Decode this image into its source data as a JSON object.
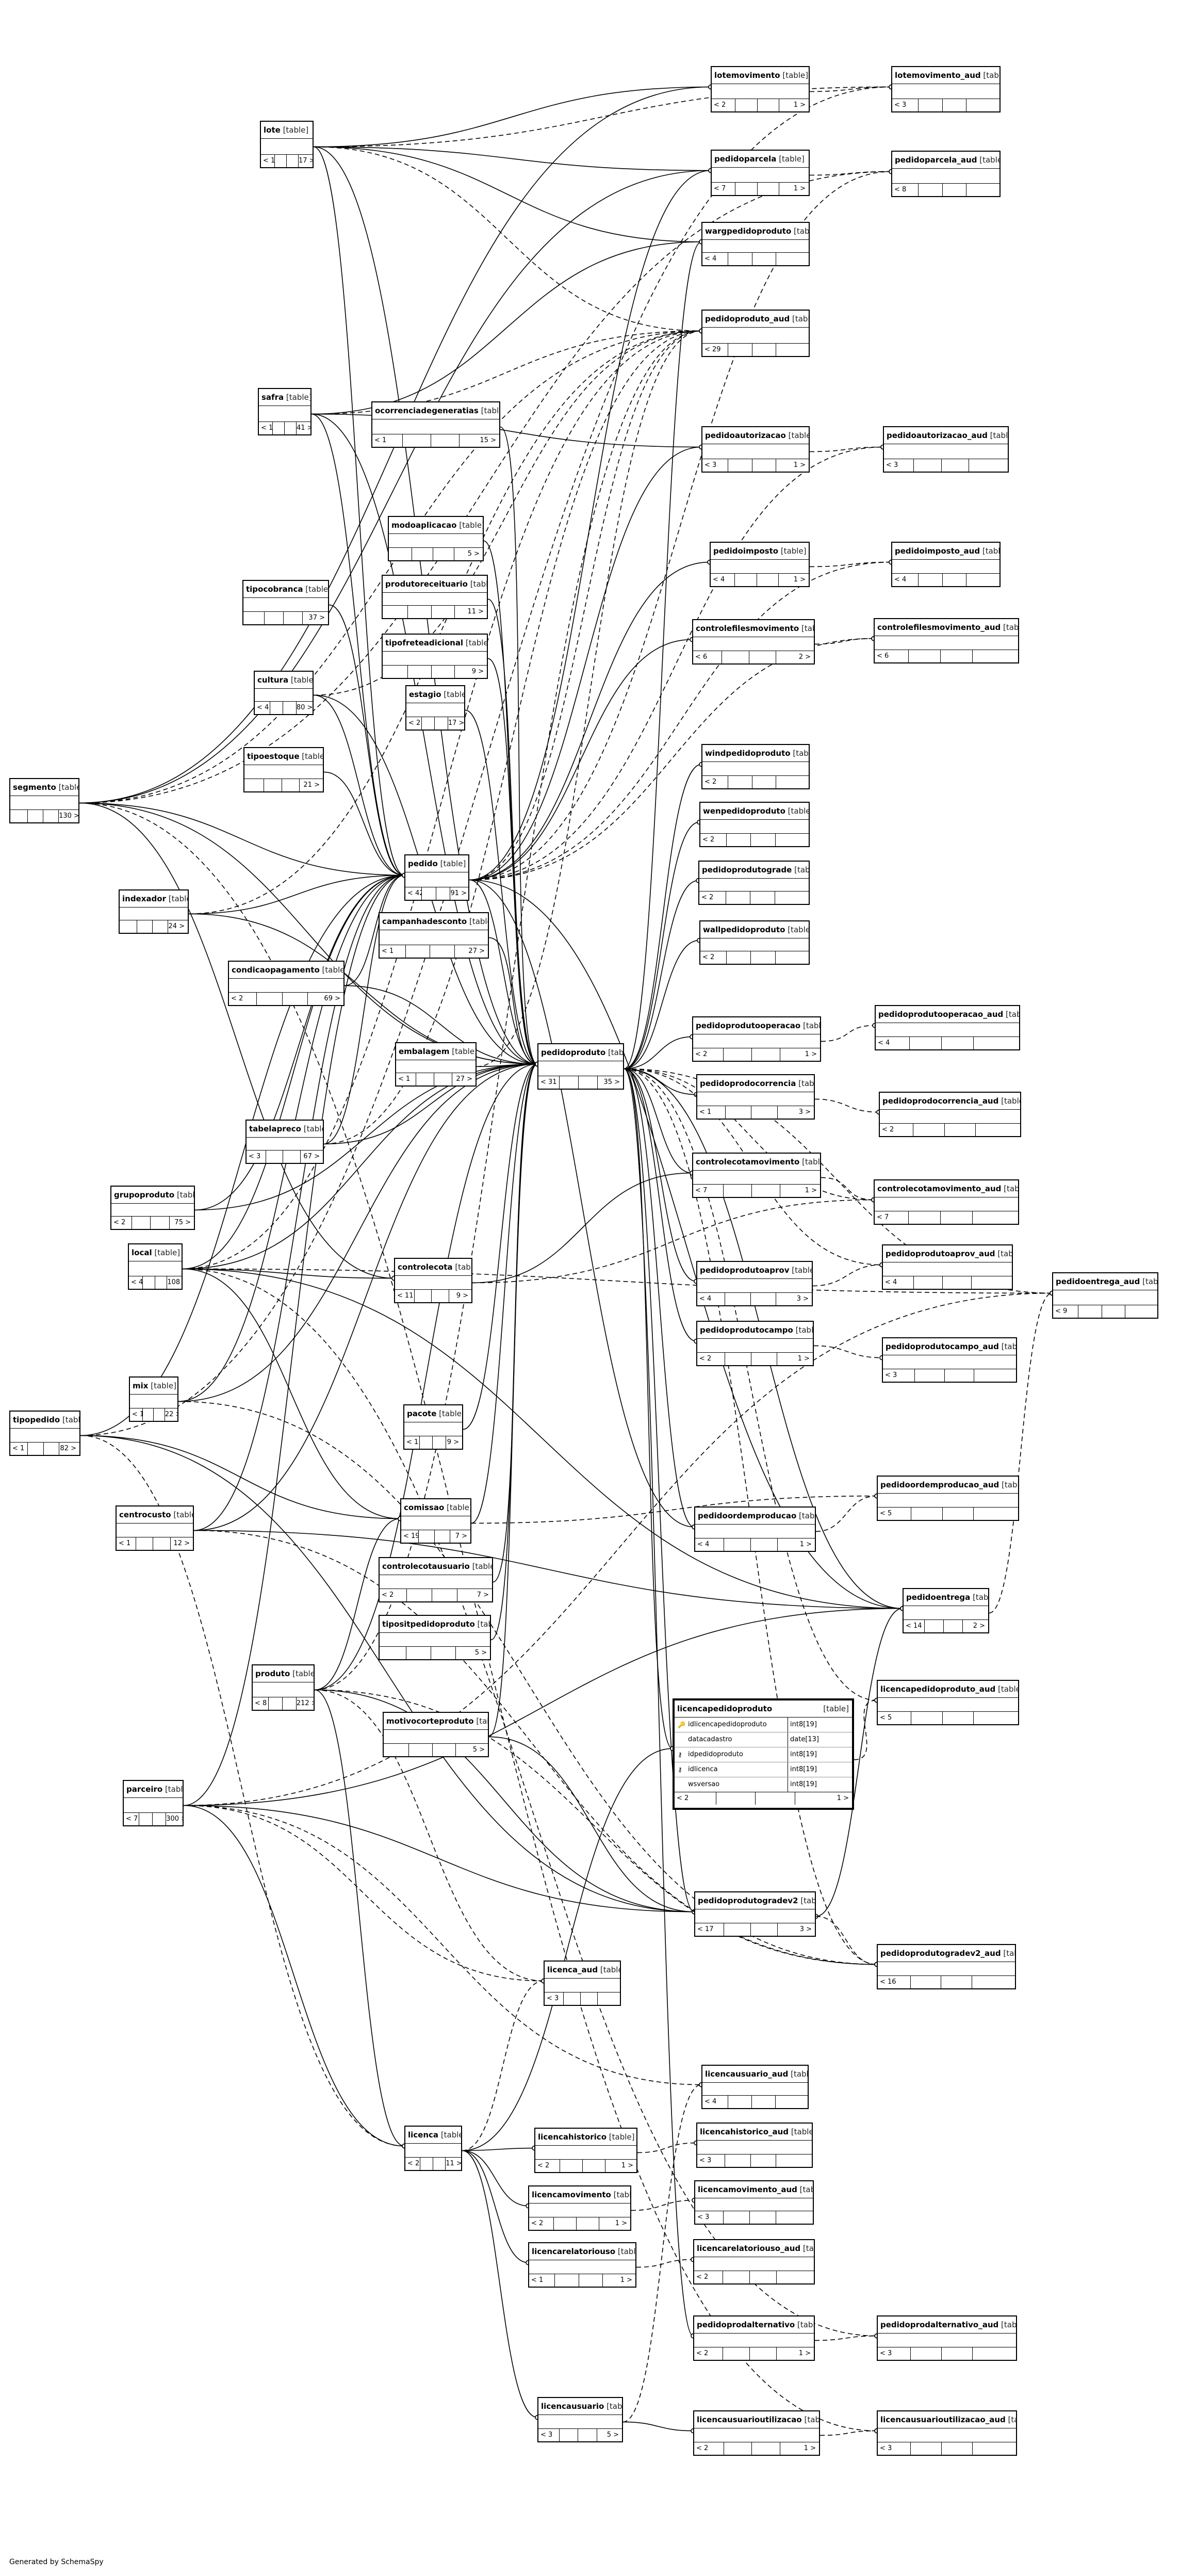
{
  "footer": "Generated by SchemaSpy",
  "table_kind_label": "[table]",
  "tables": [
    {
      "name": "lotemovimento",
      "left": "< 2",
      "right": "1 >"
    },
    {
      "name": "lotemovimento_aud",
      "left": "< 3",
      "right": ""
    },
    {
      "name": "lote",
      "left": "< 1",
      "right": "17 >"
    },
    {
      "name": "pedidoparcela",
      "left": "< 7",
      "right": "1 >"
    },
    {
      "name": "pedidoparcela_aud",
      "left": "< 8",
      "right": ""
    },
    {
      "name": "wargpedidoproduto",
      "left": "< 4",
      "right": ""
    },
    {
      "name": "pedidoproduto_aud",
      "left": "< 29",
      "right": ""
    },
    {
      "name": "safra",
      "left": "< 1",
      "right": "41 >"
    },
    {
      "name": "ocorrenciadegeneratias",
      "left": "< 1",
      "right": "15 >"
    },
    {
      "name": "pedidoautorizacao",
      "left": "< 3",
      "right": "1 >"
    },
    {
      "name": "pedidoautorizacao_aud",
      "left": "< 3",
      "right": ""
    },
    {
      "name": "modoaplicacao",
      "left": "",
      "right": "5 >"
    },
    {
      "name": "pedidoimposto",
      "left": "< 4",
      "right": "1 >"
    },
    {
      "name": "pedidoimposto_aud",
      "left": "< 4",
      "right": ""
    },
    {
      "name": "produtoreceituario",
      "left": "",
      "right": "11 >"
    },
    {
      "name": "tipocobranca",
      "left": "",
      "right": "37 >"
    },
    {
      "name": "controlefilesmovimento",
      "left": "< 6",
      "right": "2 >"
    },
    {
      "name": "controlefilesmovimento_aud",
      "left": "< 6",
      "right": ""
    },
    {
      "name": "tipofreteadicional",
      "left": "",
      "right": "9 >"
    },
    {
      "name": "cultura",
      "left": "< 4",
      "right": "80 >"
    },
    {
      "name": "estagio",
      "left": "< 2",
      "right": "17 >"
    },
    {
      "name": "windpedidoproduto",
      "left": "< 2",
      "right": ""
    },
    {
      "name": "tipoestoque",
      "left": "",
      "right": "21 >"
    },
    {
      "name": "segmento",
      "left": "",
      "right": "130 >"
    },
    {
      "name": "wenpedidoproduto",
      "left": "< 2",
      "right": ""
    },
    {
      "name": "pedido",
      "left": "< 42",
      "right": "91 >"
    },
    {
      "name": "pedidoprodutograde",
      "left": "< 2",
      "right": ""
    },
    {
      "name": "indexador",
      "left": "",
      "right": "24 >"
    },
    {
      "name": "campanhadesconto",
      "left": "< 1",
      "right": "27 >"
    },
    {
      "name": "wallpedidoproduto",
      "left": "< 2",
      "right": ""
    },
    {
      "name": "condicaopagamento",
      "left": "< 2",
      "right": "69 >"
    },
    {
      "name": "pedidoprodutooperacao",
      "left": "< 2",
      "right": "1 >"
    },
    {
      "name": "pedidoprodutooperacao_aud",
      "left": "< 4",
      "right": ""
    },
    {
      "name": "embalagem",
      "left": "< 1",
      "right": "27 >"
    },
    {
      "name": "pedidoproduto",
      "left": "< 31",
      "right": "35 >"
    },
    {
      "name": "pedidoprodocorrencia",
      "left": "< 1",
      "right": "3 >"
    },
    {
      "name": "pedidoprodocorrencia_aud",
      "left": "< 2",
      "right": ""
    },
    {
      "name": "tabelapreco",
      "left": "< 3",
      "right": "67 >"
    },
    {
      "name": "grupoproduto",
      "left": "< 2",
      "right": "75 >"
    },
    {
      "name": "controlecotamovimento",
      "left": "< 7",
      "right": "1 >"
    },
    {
      "name": "controlecotamovimento_aud",
      "left": "< 7",
      "right": ""
    },
    {
      "name": "local",
      "left": "< 4",
      "right": "108 >"
    },
    {
      "name": "controlecota",
      "left": "< 11",
      "right": "9 >"
    },
    {
      "name": "pedidoprodutoaprov",
      "left": "< 4",
      "right": "3 >"
    },
    {
      "name": "pedidoprodutoaprov_aud",
      "left": "< 4",
      "right": ""
    },
    {
      "name": "pedidoentrega_aud",
      "left": "< 9",
      "right": ""
    },
    {
      "name": "pedidoprodutocampo",
      "left": "< 2",
      "right": "1 >"
    },
    {
      "name": "pedidoprodutocampo_aud",
      "left": "< 3",
      "right": ""
    },
    {
      "name": "mix",
      "left": "< 1",
      "right": "22 >"
    },
    {
      "name": "tipopedido",
      "left": "< 1",
      "right": "82 >"
    },
    {
      "name": "pacote",
      "left": "< 1",
      "right": "9 >"
    },
    {
      "name": "pedidoordemproducao_aud",
      "left": "< 5",
      "right": ""
    },
    {
      "name": "centrocusto",
      "left": "< 1",
      "right": "12 >"
    },
    {
      "name": "comissao",
      "left": "< 19",
      "right": "7 >"
    },
    {
      "name": "pedidoordemproducao",
      "left": "< 4",
      "right": "1 >"
    },
    {
      "name": "controlecotausuario",
      "left": "< 2",
      "right": "7 >"
    },
    {
      "name": "pedidoentrega",
      "left": "< 14",
      "right": "2 >"
    },
    {
      "name": "tipositpedidoproduto",
      "left": "",
      "right": "5 >"
    },
    {
      "name": "produto",
      "left": "< 8",
      "right": "212 >"
    },
    {
      "name": "licencapedidoproduto_aud",
      "left": "< 5",
      "right": ""
    },
    {
      "name": "motivocorteproduto",
      "left": "",
      "right": "5 >"
    },
    {
      "name": "parceiro",
      "left": "< 7",
      "right": "300 >"
    },
    {
      "name": "pedidoprodutogradev2",
      "left": "< 17",
      "right": "3 >"
    },
    {
      "name": "pedidoprodutogradev2_aud",
      "left": "< 16",
      "right": ""
    },
    {
      "name": "licenca_aud",
      "left": "< 3",
      "right": ""
    },
    {
      "name": "licencausuario_aud",
      "left": "< 4",
      "right": ""
    },
    {
      "name": "licenca",
      "left": "< 2",
      "right": "11 >"
    },
    {
      "name": "licencahistorico",
      "left": "< 2",
      "right": "1 >"
    },
    {
      "name": "licencahistorico_aud",
      "left": "< 3",
      "right": ""
    },
    {
      "name": "licencamovimento",
      "left": "< 2",
      "right": "1 >"
    },
    {
      "name": "licencamovimento_aud",
      "left": "< 3",
      "right": ""
    },
    {
      "name": "licencarelatoriouso",
      "left": "< 1",
      "right": "1 >"
    },
    {
      "name": "licencarelatoriouso_aud",
      "left": "< 2",
      "right": ""
    },
    {
      "name": "pedidoprodalternativo",
      "left": "< 2",
      "right": "1 >"
    },
    {
      "name": "pedidoprodalternativo_aud",
      "left": "< 3",
      "right": ""
    },
    {
      "name": "licencausuario",
      "left": "< 3",
      "right": "5 >"
    },
    {
      "name": "licencausuarioutilizacao",
      "left": "< 2",
      "right": "1 >"
    },
    {
      "name": "licencausuarioutilizacao_aud",
      "left": "< 3",
      "right": ""
    }
  ],
  "focus_table": {
    "name": "licencapedidoproduto",
    "columns": [
      {
        "key": "pk",
        "name": "idlicencapedidoproduto",
        "type": "int8[19]"
      },
      {
        "key": "",
        "name": "datacadastro",
        "type": "date[13]"
      },
      {
        "key": "fk",
        "name": "idpedidoproduto",
        "type": "int8[19]"
      },
      {
        "key": "fk",
        "name": "idlicenca",
        "type": "int8[19]"
      },
      {
        "key": "",
        "name": "wsversao",
        "type": "int8[19]"
      }
    ],
    "left": "< 2",
    "right": "1 >"
  }
}
